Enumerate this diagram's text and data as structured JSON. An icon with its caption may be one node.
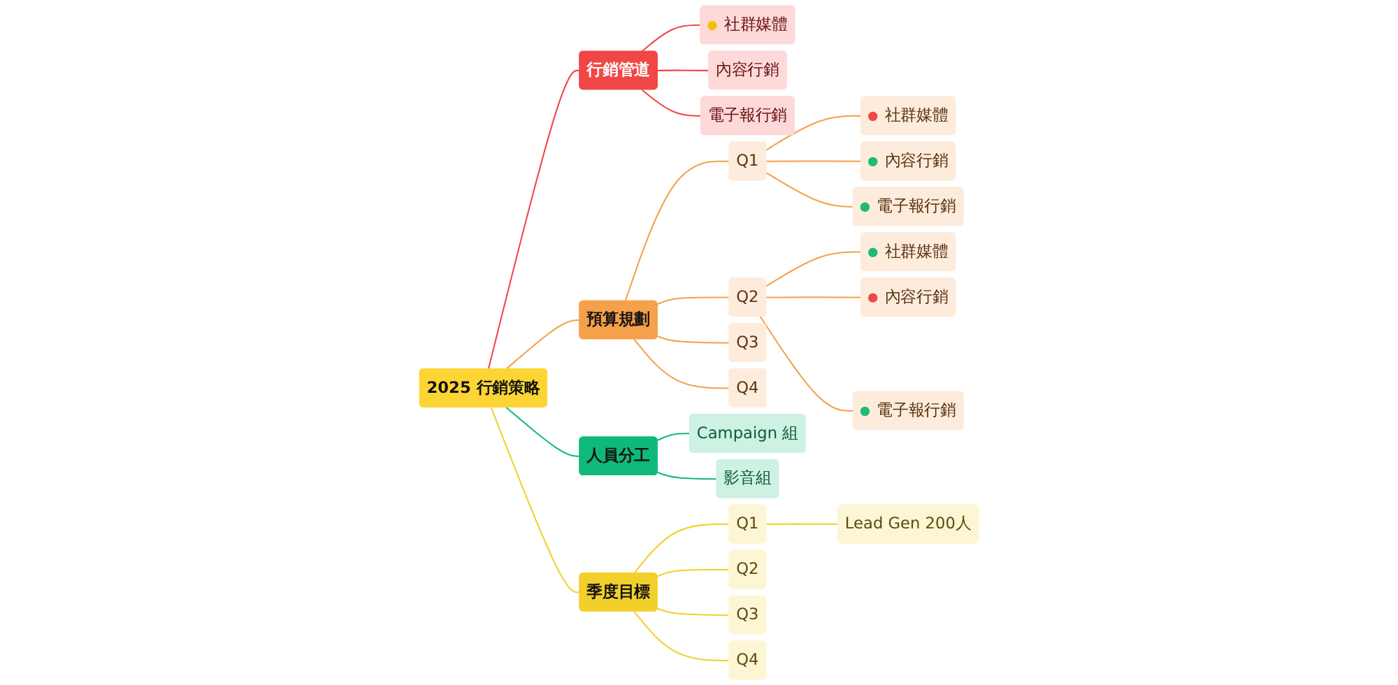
{
  "diagram": {
    "nodes": [
      {
        "text": [
          "2025 行銷策略"
        ]
      },
      {
        "text": [
          "行銷管道"
        ]
      },
      {
        "text": [
          "社群媒體"
        ]
      },
      {
        "text": [
          "內容行銷"
        ]
      },
      {
        "text": [
          "電子報行銷"
        ]
      },
      {
        "text": [
          "預算規劃"
        ]
      },
      {
        "text": [
          "Q1"
        ]
      },
      {
        "text": [
          "社群媒體"
        ]
      },
      {
        "text": [
          "內容行銷"
        ]
      },
      {
        "text": [
          "電子報行銷"
        ]
      },
      {
        "text": [
          "Q2"
        ]
      },
      {
        "text": [
          "社群媒體"
        ]
      },
      {
        "text": [
          "內容行銷"
        ]
      },
      {
        "text": [
          "電子報行銷"
        ]
      },
      {
        "text": [
          "Q3"
        ]
      },
      {
        "text": [
          "Q4"
        ]
      },
      {
        "text": [
          "人員分工"
        ]
      },
      {
        "text": [
          "Campaign 組"
        ]
      },
      {
        "text": [
          "影音組"
        ]
      },
      {
        "text": [
          "季度目標"
        ]
      },
      {
        "text": [
          "Q1"
        ]
      },
      {
        "text": [
          "Lead Gen 200人"
        ]
      },
      {
        "text": [
          "Q2"
        ]
      },
      {
        "text": [
          "Q3"
        ]
      },
      {
        "text": [
          "Q4"
        ]
      }
    ],
    "edges": [
      {
        "from": 0,
        "to": 1,
        "arrow": "none",
        "color": "#f04646"
      },
      {
        "from": 1,
        "to": 2,
        "arrow": "none",
        "color": "#f04646"
      },
      {
        "from": 1,
        "to": 3,
        "arrow": "none",
        "color": "#f04646"
      },
      {
        "from": 1,
        "to": 4,
        "arrow": "none",
        "color": "#f04646"
      },
      {
        "from": 0,
        "to": 5,
        "arrow": "none",
        "color": "#f5a04a"
      },
      {
        "from": 5,
        "to": 6,
        "arrow": "none",
        "color": "#f5a04a"
      },
      {
        "from": 6,
        "to": 7,
        "arrow": "none",
        "color": "#f5a04a"
      },
      {
        "from": 6,
        "to": 8,
        "arrow": "none",
        "color": "#f5a04a"
      },
      {
        "from": 6,
        "to": 9,
        "arrow": "none",
        "color": "#f5a04a"
      },
      {
        "from": 5,
        "to": 10,
        "arrow": "none",
        "color": "#f5a04a"
      },
      {
        "from": 10,
        "to": 11,
        "arrow": "none",
        "color": "#f5a04a"
      },
      {
        "from": 10,
        "to": 12,
        "arrow": "none",
        "color": "#f5a04a"
      },
      {
        "from": 10,
        "to": 13,
        "arrow": "none",
        "color": "#f5a04a"
      },
      {
        "from": 5,
        "to": 14,
        "arrow": "none",
        "color": "#f5a04a"
      },
      {
        "from": 5,
        "to": 15,
        "arrow": "none",
        "color": "#f5a04a"
      },
      {
        "from": 0,
        "to": 16,
        "arrow": "none",
        "color": "#10b97a"
      },
      {
        "from": 16,
        "to": 17,
        "arrow": "none",
        "color": "#10b97a"
      },
      {
        "from": 16,
        "to": 18,
        "arrow": "none",
        "color": "#10b97a"
      },
      {
        "from": 0,
        "to": 19,
        "arrow": "none",
        "color": "#f2d02c"
      },
      {
        "from": 19,
        "to": 20,
        "arrow": "none",
        "color": "#f2d02c"
      },
      {
        "from": 20,
        "to": 21,
        "arrow": "none",
        "color": "#f2d02c"
      },
      {
        "from": 19,
        "to": 22,
        "arrow": "none",
        "color": "#f2d02c"
      },
      {
        "from": 19,
        "to": 23,
        "arrow": "none",
        "color": "#f2d02c"
      },
      {
        "from": 19,
        "to": 24,
        "arrow": "none",
        "color": "#f2d02c"
      }
    ]
  }
}
